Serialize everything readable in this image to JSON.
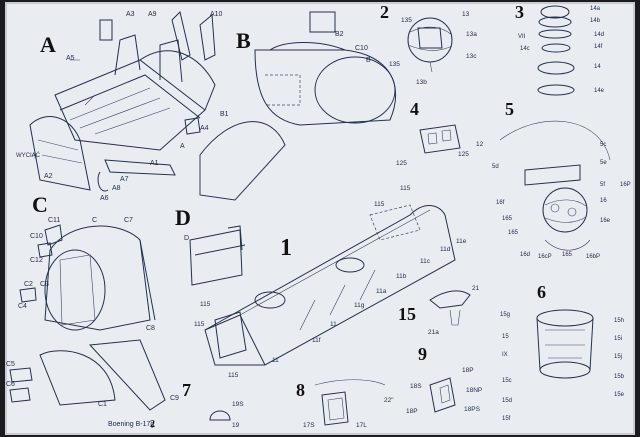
{
  "sheet": {
    "title": "Boening B-17g",
    "page_number": "2"
  },
  "section_letters": {
    "A": "A",
    "B": "B",
    "C": "C",
    "D": "D"
  },
  "section_numbers": {
    "n1": "1",
    "n2": "2",
    "n3": "3",
    "n4": "4",
    "n5": "5",
    "n6": "6",
    "n7": "7",
    "n8": "8",
    "n9": "9",
    "n15": "15"
  },
  "part_labels": {
    "a3": "A3",
    "a9": "A9",
    "a10": "A10",
    "a5": "A5",
    "a4": "A4",
    "a1": "A1",
    "a": "A",
    "a2": "A2",
    "a7": "A7",
    "a8": "A8",
    "a6": "A6",
    "wt": "WYCIĄĆ",
    "b2": "B2",
    "c10": "C10",
    "b": "B",
    "b1": "B1",
    "n13": "13",
    "n135a": "135",
    "n13a": "13a",
    "n13c": "13c",
    "n135b": "135",
    "n13b": "13b",
    "n14a": "14a",
    "n14b": "14b",
    "vii": "VII",
    "n14c": "14c",
    "n14d": "14d",
    "n14e": "14e",
    "n14f": "14f",
    "n14": "14",
    "n12": "12",
    "n125a": "125",
    "n125b": "125",
    "n5c": "5c",
    "n5e": "5e",
    "n5d": "5d",
    "n5f": "5f",
    "n16p": "16P",
    "n16": "16",
    "n16f": "16f",
    "n165a": "165",
    "n165b": "165",
    "n16d": "16d",
    "n16cp": "16cP",
    "n165c": "165",
    "n16bp": "16bP",
    "n16e": "16e",
    "c11": "C11",
    "c": "C",
    "c7": "C7",
    "c12": "C12",
    "c2": "C2",
    "c3": "C3",
    "c4": "C4",
    "c8": "C8",
    "c5": "C5",
    "c6": "C6",
    "c1": "C1",
    "c9": "C9",
    "d": "D",
    "n115a": "115",
    "n115b": "115",
    "n11e": "11e",
    "n11d": "11d",
    "n11c": "11c",
    "n11b": "11b",
    "n11a": "11a",
    "n11g": "11g",
    "n11": "11",
    "n11f": "11f",
    "n115c": "115",
    "n115d": "115",
    "n11i": "11",
    "n115e": "115",
    "n21": "21",
    "n21a": "21a",
    "n18p": "18P",
    "n18s": "18S",
    "n18np": "18NP",
    "n18ps": "18PS",
    "n18pp": "18P",
    "n15g": "15g",
    "n15h": "15h",
    "n15": "15",
    "n15i": "15i",
    "ix": "IX",
    "n15j": "15j",
    "n15c": "15c",
    "n15b": "15b",
    "n15d": "15d",
    "n15e": "15e",
    "n15f": "15f",
    "n19s": "19S",
    "n19": "19",
    "n22": "22\"",
    "n17s": "17S",
    "n17l": "17L"
  }
}
